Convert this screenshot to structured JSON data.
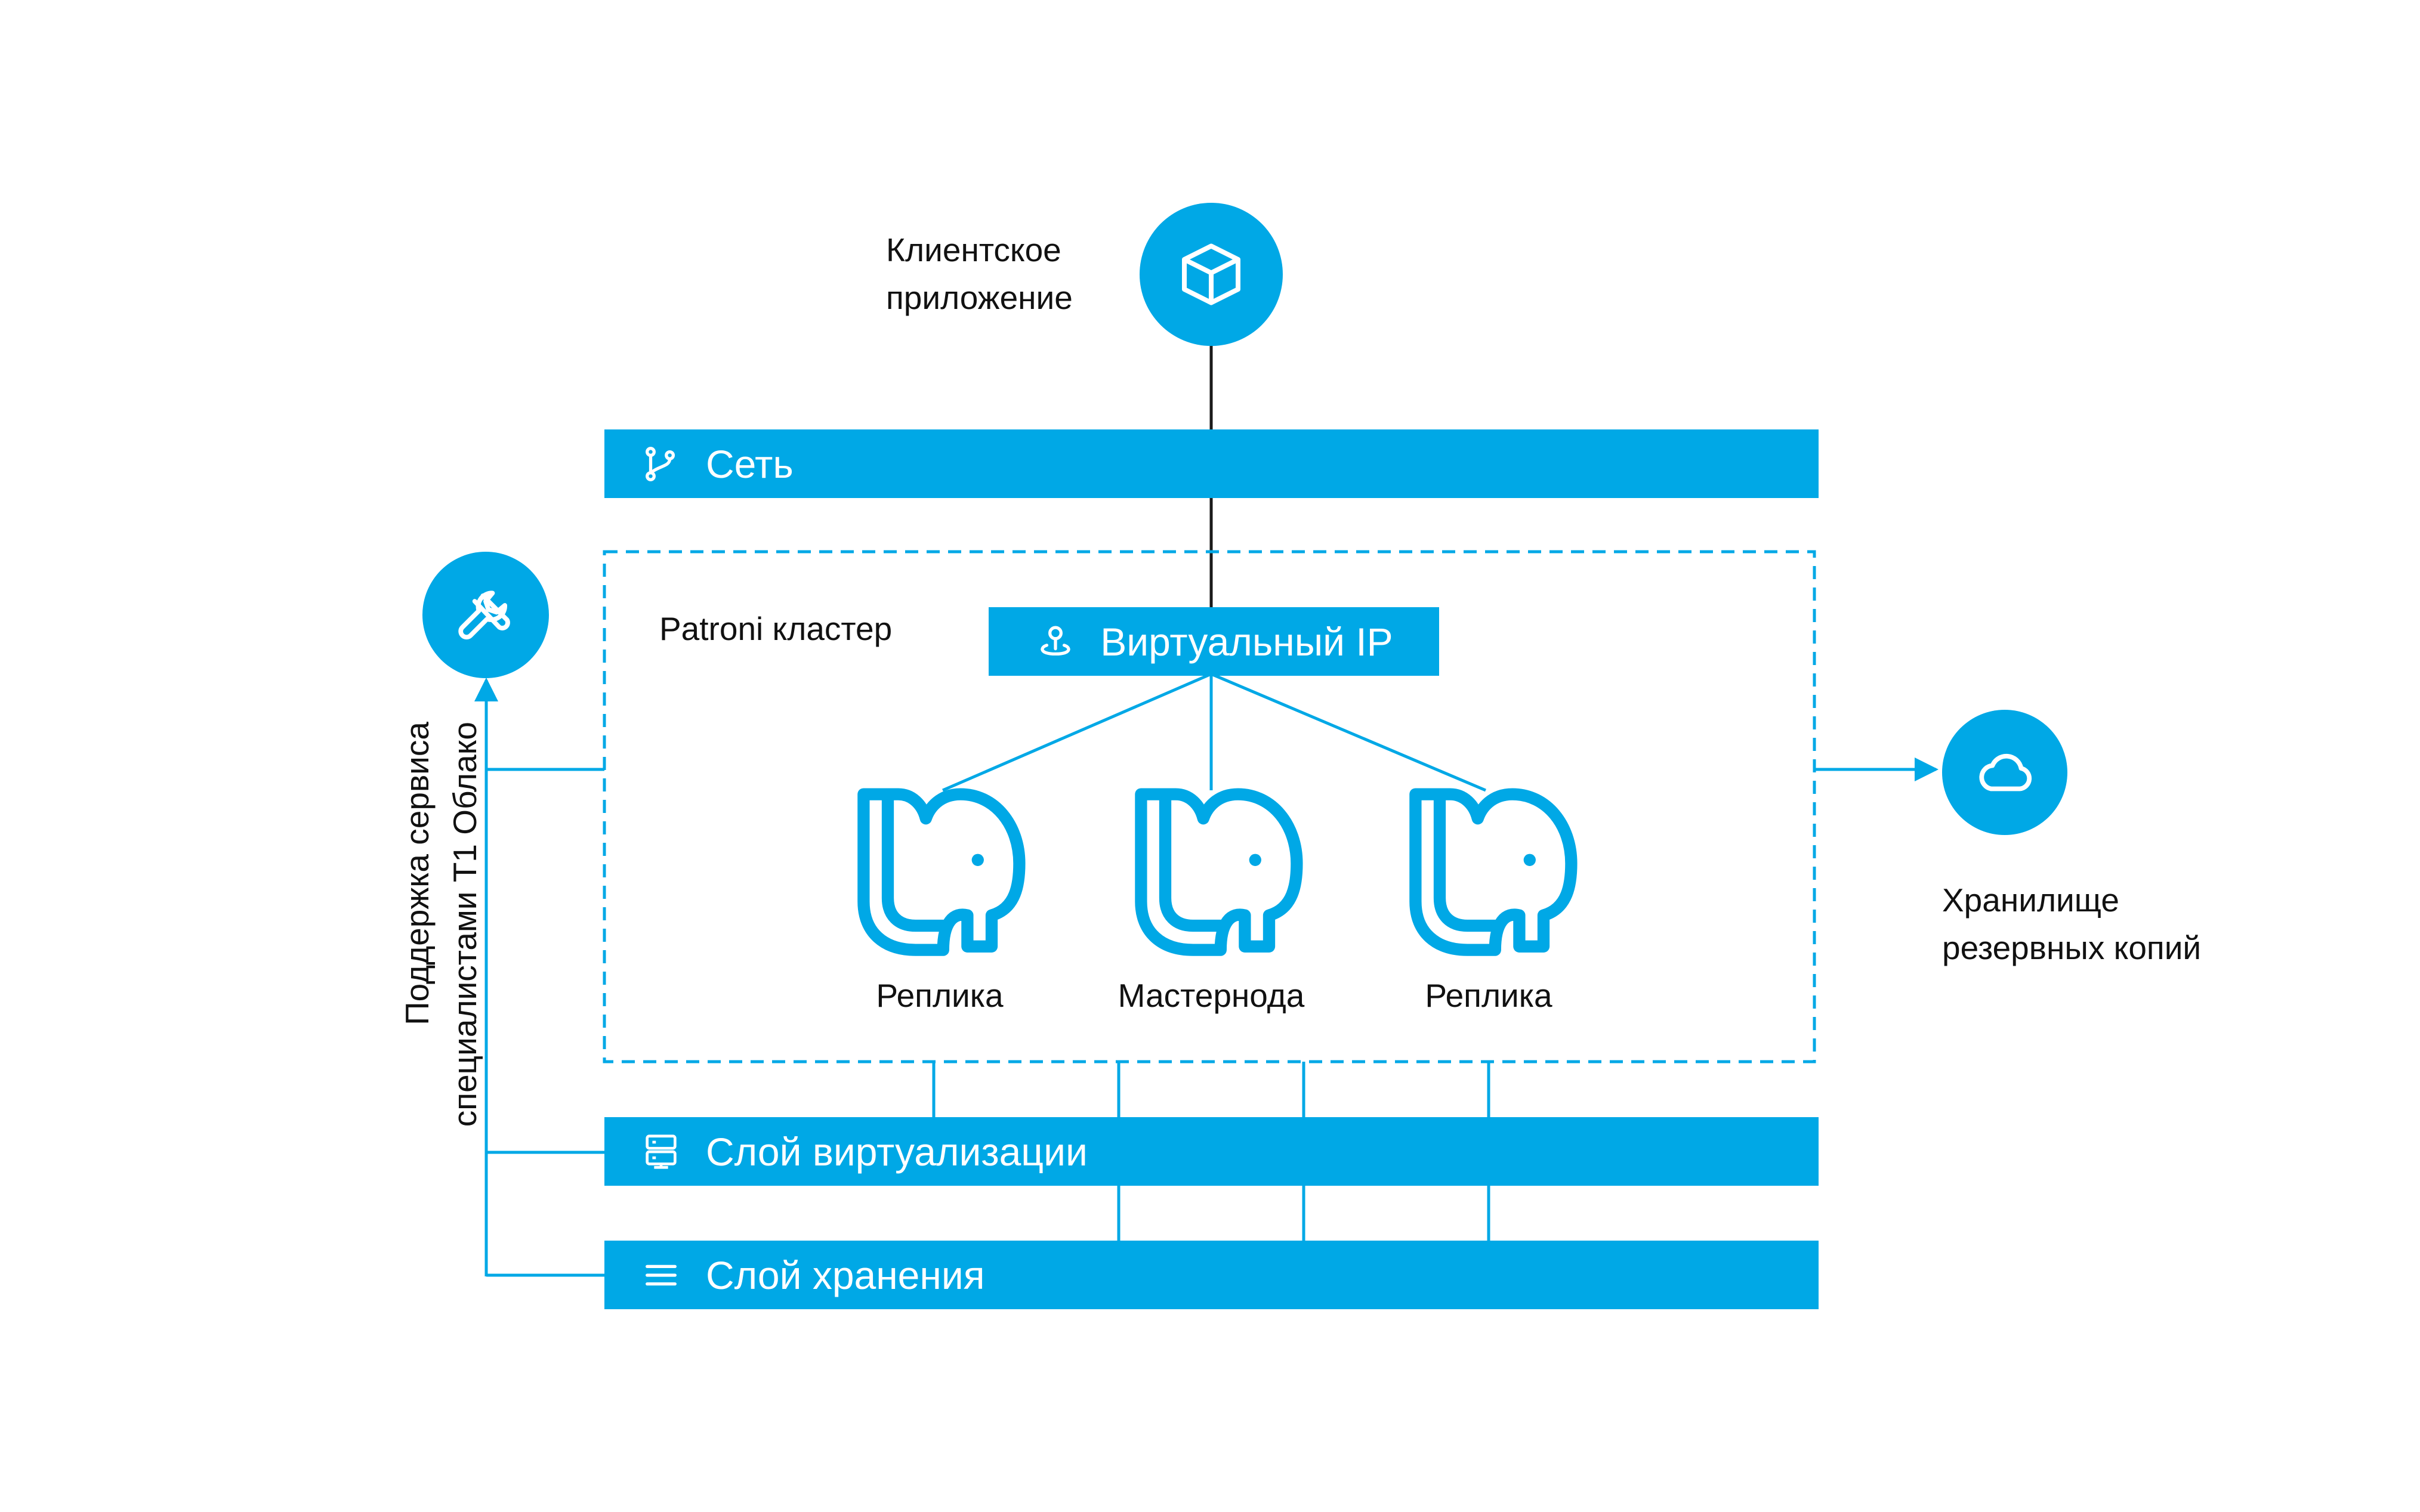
{
  "diagram": {
    "client_app": {
      "label_line1": "Клиентское",
      "label_line2": "приложение",
      "icon": "cube-icon"
    },
    "network": {
      "label": "Сеть",
      "icon": "git-branch-icon"
    },
    "cluster": {
      "label": "Patroni кластер"
    },
    "virtual_ip": {
      "label": "Виртуальный IP",
      "icon": "map-pin-icon"
    },
    "nodes": [
      {
        "label": "Реплика",
        "icon": "postgres-elephant-icon"
      },
      {
        "label": "Мастернода",
        "icon": "postgres-elephant-icon"
      },
      {
        "label": "Реплика",
        "icon": "postgres-elephant-icon"
      }
    ],
    "virtualization_layer": {
      "label": "Слой виртуализации",
      "icon": "server-icon"
    },
    "storage_layer": {
      "label": "Слой хранения",
      "icon": "menu-lines-icon"
    },
    "support": {
      "label_line1": "Поддержка сервиса",
      "label_line2": "специалистами Т1 Облако",
      "icon": "wrench-icon"
    },
    "backup": {
      "label_line1": "Хранилище",
      "label_line2": "резервных копий",
      "icon": "cloud-icon"
    },
    "colors": {
      "accent": "#00a8e6",
      "connector": "#1a1a1a",
      "text": "#111111"
    }
  }
}
